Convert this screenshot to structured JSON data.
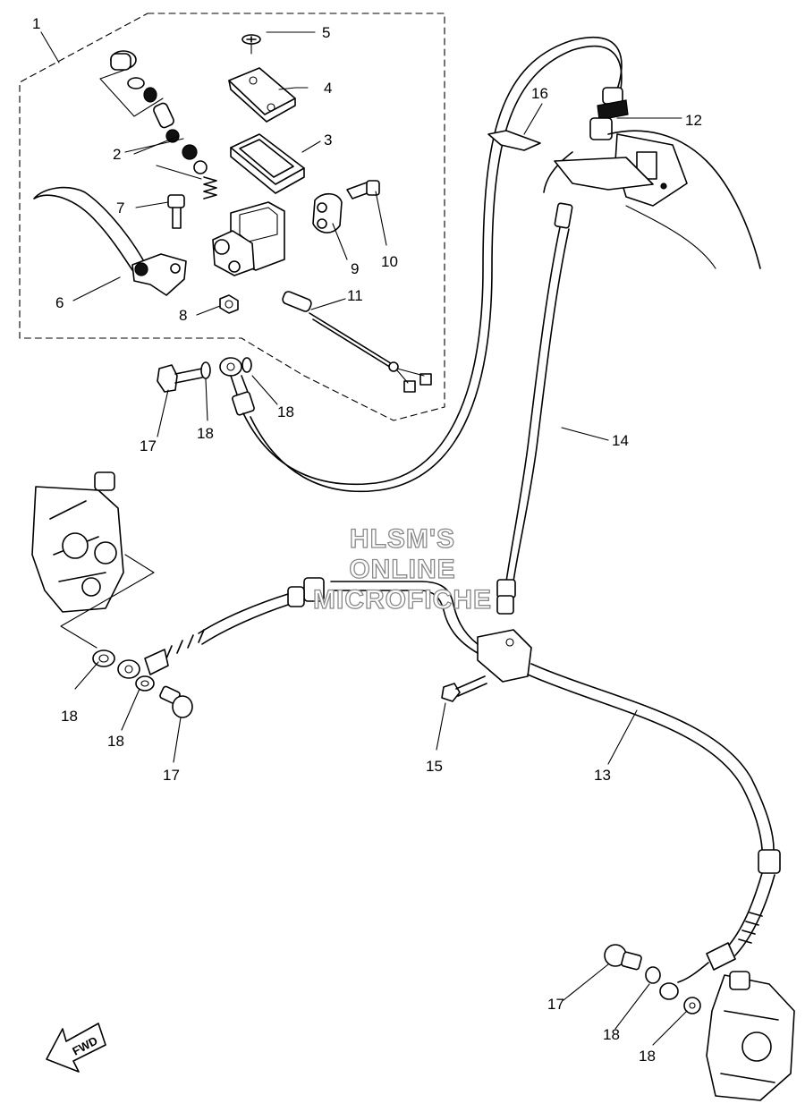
{
  "diagram": {
    "callouts": [
      {
        "id": "c1",
        "label": "1"
      },
      {
        "id": "c2",
        "label": "2"
      },
      {
        "id": "c3",
        "label": "3"
      },
      {
        "id": "c4",
        "label": "4"
      },
      {
        "id": "c5",
        "label": "5"
      },
      {
        "id": "c6",
        "label": "6"
      },
      {
        "id": "c7",
        "label": "7"
      },
      {
        "id": "c8",
        "label": "8"
      },
      {
        "id": "c9",
        "label": "9"
      },
      {
        "id": "c10",
        "label": "10"
      },
      {
        "id": "c11",
        "label": "11"
      },
      {
        "id": "c12",
        "label": "12"
      },
      {
        "id": "c13",
        "label": "13"
      },
      {
        "id": "c14",
        "label": "14"
      },
      {
        "id": "c15",
        "label": "15"
      },
      {
        "id": "c16",
        "label": "16"
      },
      {
        "id": "c17a",
        "label": "17"
      },
      {
        "id": "c18a",
        "label": "18"
      },
      {
        "id": "c18b",
        "label": "18"
      },
      {
        "id": "c18c",
        "label": "18"
      },
      {
        "id": "c18d",
        "label": "18"
      },
      {
        "id": "c17b",
        "label": "17"
      },
      {
        "id": "c17c",
        "label": "17"
      },
      {
        "id": "c18e",
        "label": "18"
      },
      {
        "id": "c18f",
        "label": "18"
      }
    ],
    "watermark": [
      "HLSM'S",
      "ONLINE",
      "MICROFICHE"
    ],
    "direction_label": "FWD"
  }
}
